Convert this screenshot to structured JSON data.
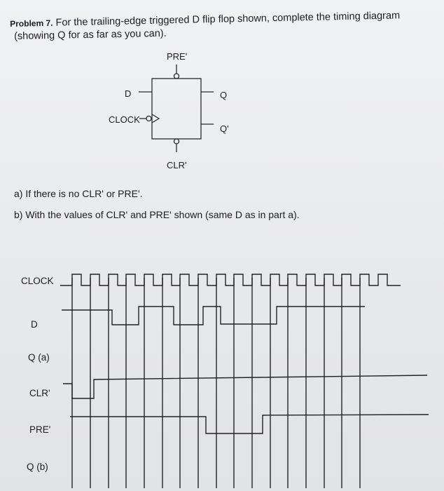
{
  "problem": {
    "label": "Problem 7.",
    "text": "For the trailing-edge triggered D flip flop shown, complete the timing diagram",
    "text2": "(showing Q for as far as you can)."
  },
  "flipflop": {
    "pre_label": "PRE'",
    "d_label": "D",
    "clock_label": "CLOCK",
    "q_label": "Q",
    "qbar_label": "Q'",
    "clr_label": "CLR'"
  },
  "parts": {
    "a": "a)  If there is no CLR' or PRE'.",
    "b": "b)  With the values of CLR' and PRE' shown (same D as in part a)."
  },
  "timing": {
    "signals": [
      "CLOCK",
      "D",
      "Q (a)",
      "CLR'",
      "PRE'",
      "Q (b)"
    ]
  }
}
